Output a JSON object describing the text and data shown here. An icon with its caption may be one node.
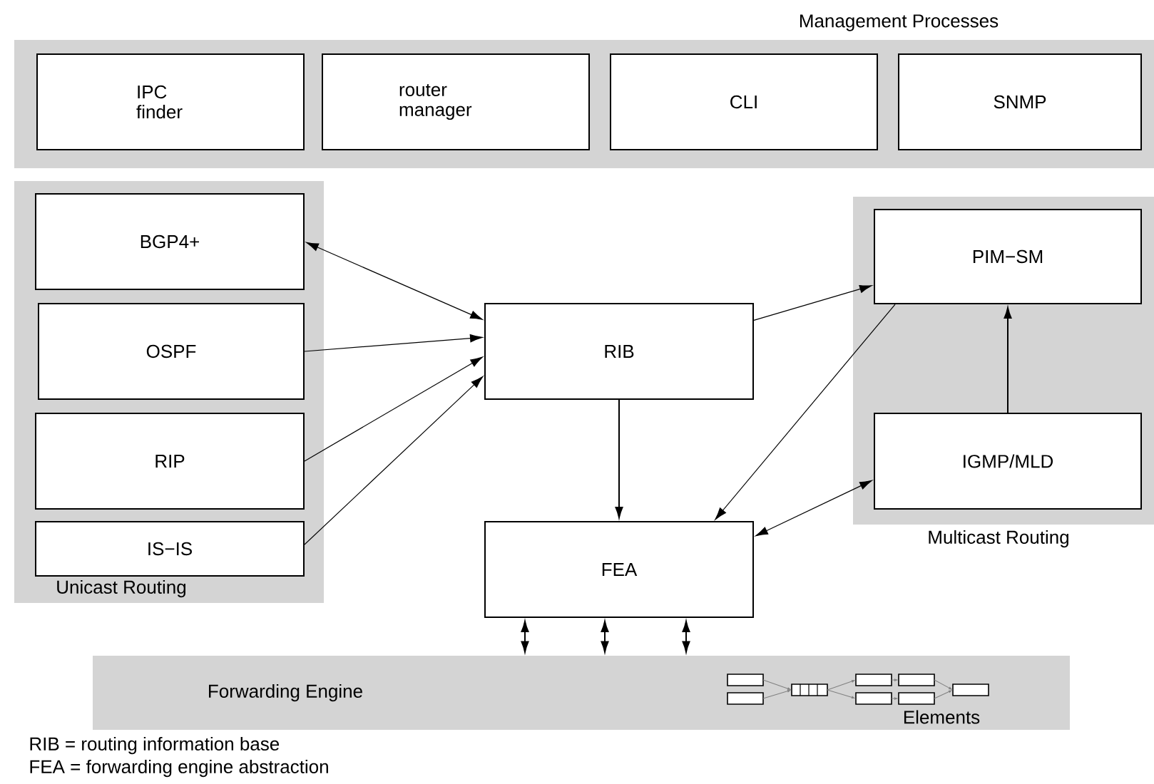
{
  "diagram": {
    "nodes": [
      {
        "text": [
          "Management Processes"
        ]
      },
      {
        "text": [
          "IPC finder"
        ],
        "in": 0
      },
      {
        "text": [
          "router manager"
        ],
        "in": 0
      },
      {
        "text": [
          "CLI"
        ],
        "in": 0
      },
      {
        "text": [
          "SNMP"
        ],
        "in": 0
      },
      {
        "text": [
          "Unicast Routing"
        ]
      },
      {
        "text": [
          "BGP4+"
        ],
        "in": 5
      },
      {
        "text": [
          "OSPF"
        ],
        "in": 5
      },
      {
        "text": [
          "RIP"
        ],
        "in": 5
      },
      {
        "text": [
          "IS−IS"
        ],
        "in": 5
      },
      {
        "text": [
          "RIB"
        ]
      },
      {
        "text": [
          "Multicast Routing"
        ]
      },
      {
        "text": [
          "PIM−SM"
        ],
        "in": 11
      },
      {
        "text": [
          "IGMP/MLD"
        ],
        "in": 11
      },
      {
        "text": [
          "FEA"
        ]
      },
      {
        "text": [
          "Forwarding Engine",
          "Elements"
        ]
      }
    ],
    "edges": [
      {
        "from": 6,
        "to": 10,
        "arrow": "both"
      },
      {
        "from": 7,
        "to": 10,
        "arrow": "to"
      },
      {
        "from": 8,
        "to": 10,
        "arrow": "to"
      },
      {
        "from": 9,
        "to": 10,
        "arrow": "to"
      },
      {
        "from": 10,
        "to": 12,
        "arrow": "to"
      },
      {
        "from": 12,
        "to": 14,
        "arrow": "to"
      },
      {
        "from": 13,
        "to": 12,
        "arrow": "to"
      },
      {
        "from": 14,
        "to": 13,
        "arrow": "both"
      },
      {
        "from": 10,
        "to": 14,
        "arrow": "to"
      },
      {
        "from": 14,
        "to": 15,
        "arrow": "both"
      },
      {
        "from": 14,
        "to": 15,
        "arrow": "both"
      },
      {
        "from": 14,
        "to": 15,
        "arrow": "both"
      }
    ],
    "labels": [
      "RIB = routing information base",
      "FEA = forwarding engine abstraction"
    ]
  }
}
